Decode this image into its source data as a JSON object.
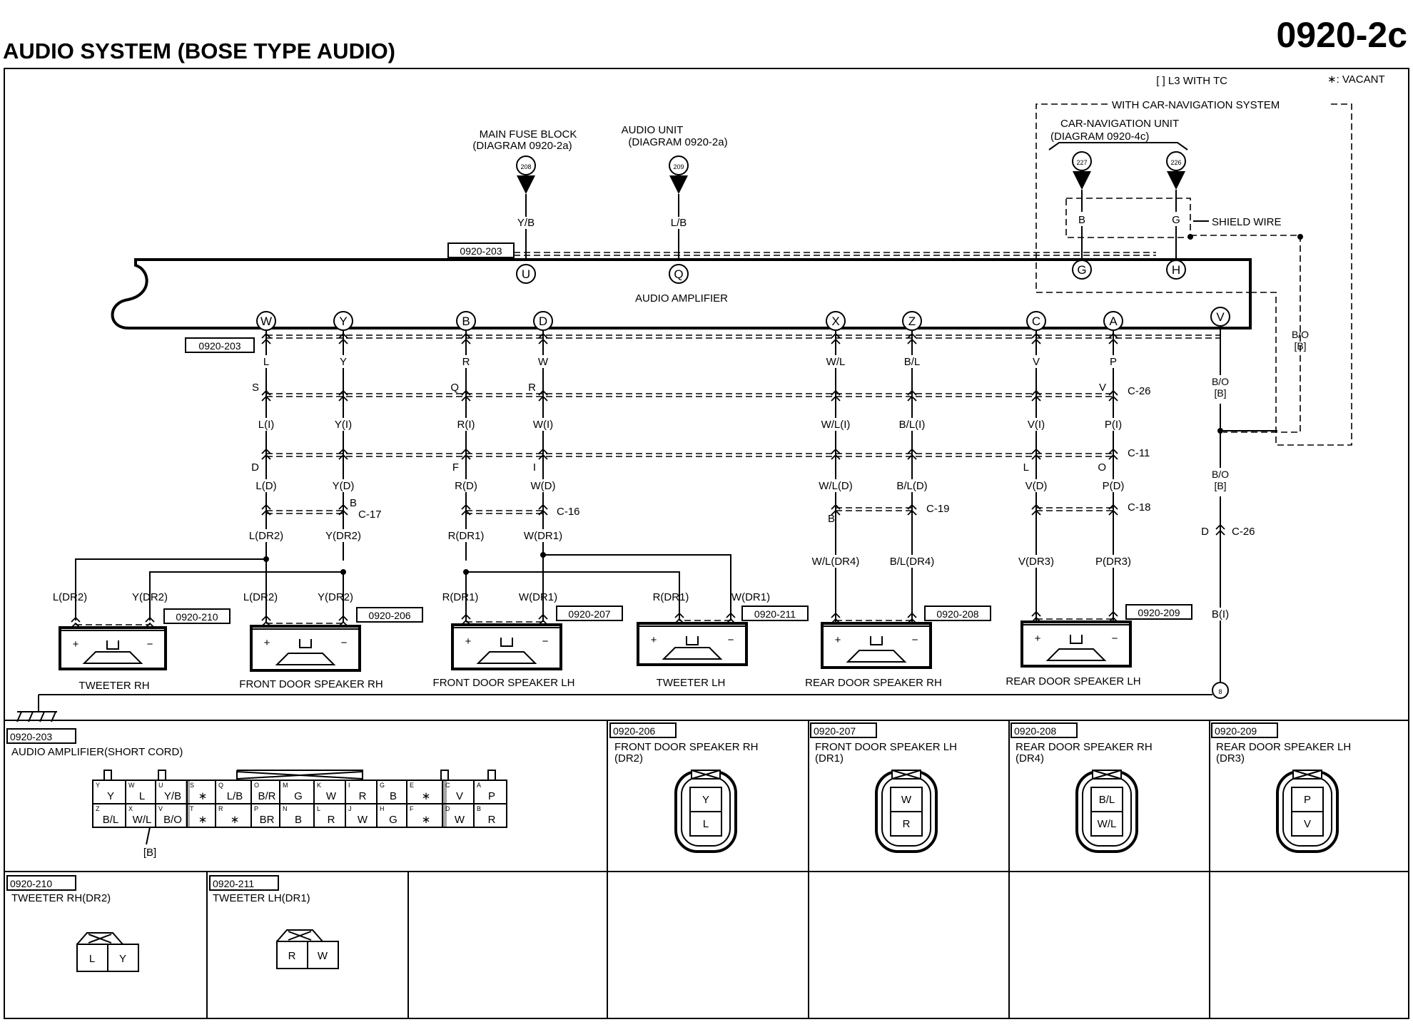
{
  "header": {
    "title": "AUDIO SYSTEM (BOSE TYPE AUDIO)",
    "page_id": "0920-2c"
  },
  "legend": {
    "l3": "[ ] L3 WITH TC",
    "vacant": "∗: VACANT"
  },
  "nav": {
    "title": "WITH CAR-NAVIGATION SYSTEM",
    "unit": "CAR-NAVIGATION UNIT",
    "diagram": "(DIAGRAM 0920-4c)",
    "shield": "SHIELD WIRE",
    "pins": [
      "227",
      "226"
    ],
    "wires": [
      "B",
      "G"
    ],
    "terms": [
      "G",
      "H"
    ]
  },
  "sources": [
    {
      "name": "MAIN FUSE BLOCK",
      "diagram": "(DIAGRAM 0920-2a)",
      "pin": "208",
      "wire": "Y/B",
      "term": "U"
    },
    {
      "name": "AUDIO UNIT",
      "diagram": "(DIAGRAM 0920-2a)",
      "pin": "209",
      "wire": "L/B",
      "term": "Q"
    }
  ],
  "amp": {
    "label": "AUDIO AMPLIFIER",
    "connector": "0920-203"
  },
  "columns": [
    {
      "term": "W",
      "w1": "L",
      "s1": "S",
      "w2": "L(I)",
      "s2": "D",
      "w3": "L(D)",
      "w4": "L(DR2)"
    },
    {
      "term": "Y",
      "w1": "Y",
      "w2": "Y(I)",
      "w3": "Y(D)",
      "s3": "B",
      "w4": "Y(DR2)"
    },
    {
      "term": "B",
      "w1": "R",
      "s1": "Q",
      "w2": "R(I)",
      "s2": "F",
      "w3": "R(D)",
      "w4": "R(DR1)"
    },
    {
      "term": "D",
      "w1": "W",
      "s1": "R",
      "w2": "W(I)",
      "s2": "I",
      "w3": "W(D)",
      "w4": "W(DR1)"
    },
    {
      "term": "X",
      "w1": "W/L",
      "w2": "W/L(I)",
      "w3": "W/L(D)",
      "s3": "B",
      "w4": "W/L(DR4)"
    },
    {
      "term": "Z",
      "w1": "B/L",
      "w2": "B/L(I)",
      "w3": "B/L(D)",
      "w4": "B/L(DR4)"
    },
    {
      "term": "C",
      "w1": "V",
      "w2": "V(I)",
      "s2": "L",
      "w3": "V(D)",
      "w4": "V(DR3)"
    },
    {
      "term": "A",
      "w1": "P",
      "s1": "V",
      "w2": "P(I)",
      "s2": "O",
      "w3": "P(D)",
      "w4": "P(DR3)"
    }
  ],
  "joints": {
    "c26": "C-26",
    "c11": "C-11",
    "c17": "C-17",
    "c16": "C-16",
    "c19": "C-19",
    "c18": "C-18"
  },
  "vline": {
    "term": "V",
    "w1": "B/O",
    "w1b": "[B]",
    "side": "B/O",
    "sideb": "[B]",
    "w2": "B/O",
    "w2b": "[B]",
    "pin": "D",
    "joint": "C-26",
    "w3": "B(I)",
    "gnd": "8"
  },
  "speakers": [
    {
      "name": "TWEETER RH",
      "conn": "0920-210",
      "w1": "L(DR2)",
      "w2": "Y(DR2)"
    },
    {
      "name": "FRONT DOOR SPEAKER RH",
      "conn": "0920-206",
      "w1": "L(DR2)",
      "w2": "Y(DR2)"
    },
    {
      "name": "FRONT DOOR SPEAKER LH",
      "conn": "0920-207",
      "w1": "R(DR1)",
      "w2": "W(DR1)"
    },
    {
      "name": "TWEETER LH",
      "conn": "0920-211",
      "w1": "R(DR1)",
      "w2": "W(DR1)"
    },
    {
      "name": "REAR DOOR SPEAKER RH",
      "conn": "0920-208"
    },
    {
      "name": "REAR DOOR SPEAKER LH",
      "conn": "0920-209"
    }
  ],
  "connectors": {
    "c203": {
      "id": "0920-203",
      "title": "AUDIO AMPLIFIER(SHORT CORD)",
      "note": "[B]",
      "top": [
        "Y",
        "L",
        "Y/B",
        "∗",
        "L/B",
        "B/R",
        "G",
        "W",
        "R",
        "B",
        "∗",
        "V",
        "P"
      ],
      "bottom": [
        "B/L",
        "W/L",
        "B/O",
        "∗",
        "∗",
        "BR",
        "B",
        "R",
        "W",
        "G",
        "∗",
        "W",
        "R"
      ],
      "top_pins": [
        "Y",
        "W",
        "U",
        "S",
        "Q",
        "O",
        "M",
        "K",
        "I",
        "G",
        "E",
        "C",
        "A"
      ],
      "bottom_pins": [
        "Z",
        "X",
        "V",
        "T",
        "R",
        "P",
        "N",
        "L",
        "J",
        "H",
        "F",
        "D",
        "B"
      ]
    },
    "c206": {
      "id": "0920-206",
      "title": "FRONT DOOR SPEAKER RH",
      "sub": "(DR2)",
      "pins": [
        "Y",
        "L"
      ]
    },
    "c207": {
      "id": "0920-207",
      "title": "FRONT DOOR SPEAKER LH",
      "sub": "(DR1)",
      "pins": [
        "W",
        "R"
      ]
    },
    "c208": {
      "id": "0920-208",
      "title": "REAR DOOR SPEAKER RH",
      "sub": "(DR4)",
      "pins": [
        "B/L",
        "W/L"
      ]
    },
    "c209": {
      "id": "0920-209",
      "title": "REAR DOOR SPEAKER LH",
      "sub": "(DR3)",
      "pins": [
        "P",
        "V"
      ]
    },
    "c210": {
      "id": "0920-210",
      "title": "TWEETER RH(DR2)",
      "pins": [
        "L",
        "Y"
      ]
    },
    "c211": {
      "id": "0920-211",
      "title": "TWEETER LH(DR1)",
      "pins": [
        "R",
        "W"
      ]
    }
  }
}
